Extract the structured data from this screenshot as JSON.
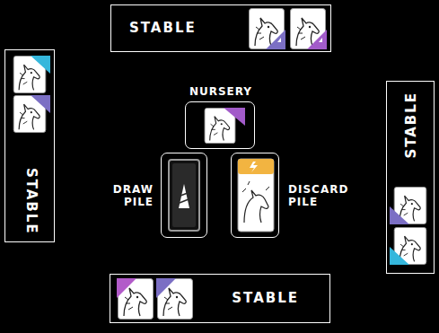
{
  "diagram": {
    "nodes": [
      {
        "text": [
          "STABLE"
        ]
      },
      {
        "text": [
          "STABLE"
        ]
      },
      {
        "text": [
          "NURSERY"
        ]
      },
      {
        "text": [
          "DRAW PILE"
        ]
      },
      {
        "text": [
          "DISCARD PILE"
        ]
      },
      {
        "text": [
          "STABLE"
        ]
      },
      {
        "text": [
          "STABLE"
        ]
      }
    ]
  }
}
